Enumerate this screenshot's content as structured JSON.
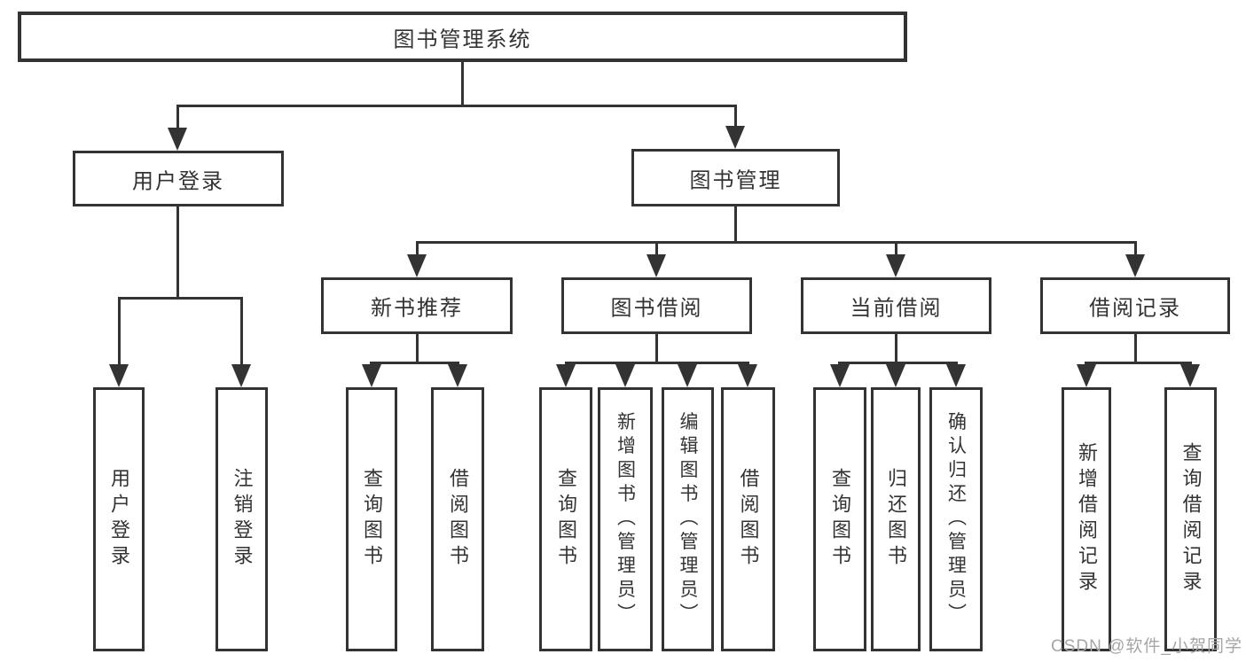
{
  "diagram_title": "图书管理系统",
  "nodes": {
    "root": {
      "label": "图书管理系统"
    },
    "user_login": {
      "label": "用户登录"
    },
    "book_management": {
      "label": "图书管理"
    },
    "new_book_recommend": {
      "label": "新书推荐"
    },
    "book_borrowing": {
      "label": "图书借阅"
    },
    "current_borrowing": {
      "label": "当前借阅"
    },
    "borrowing_records": {
      "label": "借阅记录"
    }
  },
  "leaves": [
    {
      "label": "用户登录",
      "parent": "用户登录"
    },
    {
      "label": "注销登录",
      "parent": "用户登录"
    },
    {
      "label": "查询图书",
      "parent": "新书推荐"
    },
    {
      "label": "借阅图书",
      "parent": "新书推荐"
    },
    {
      "label": "查询图书",
      "parent": "图书借阅"
    },
    {
      "label": "新增图书（管理员）",
      "parent": "图书借阅"
    },
    {
      "label": "编辑图书（管理员）",
      "parent": "图书借阅"
    },
    {
      "label": "借阅图书",
      "parent": "图书借阅"
    },
    {
      "label": "查询图书",
      "parent": "当前借阅"
    },
    {
      "label": "归还图书",
      "parent": "当前借阅"
    },
    {
      "label": "确认归还（管理员）",
      "parent": "当前借阅"
    },
    {
      "label": "新增借阅记录",
      "parent": "借阅记录"
    },
    {
      "label": "查询借阅记录",
      "parent": "借阅记录"
    }
  ],
  "watermark": "CSDN @软件_小贺同学",
  "colors": {
    "line": "#333333",
    "text": "#333333",
    "background": "#ffffff",
    "watermark": "#a6a6a6"
  }
}
